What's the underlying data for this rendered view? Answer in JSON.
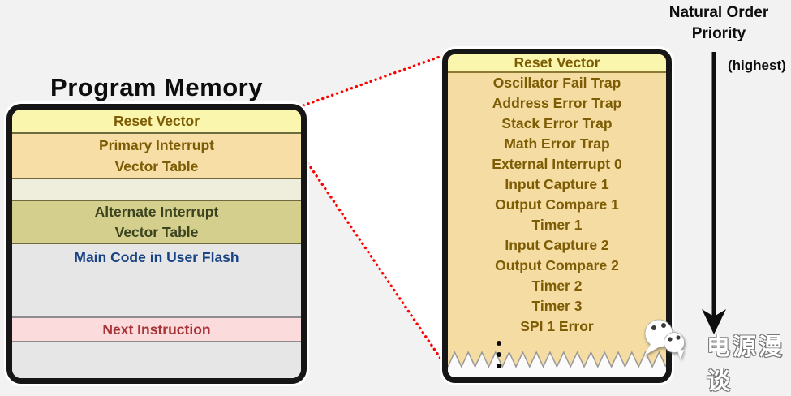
{
  "left_panel": {
    "title": "Program Memory",
    "sections": [
      {
        "name": "reset-vector",
        "label": "Reset Vector"
      },
      {
        "name": "primary-ivt",
        "label": "Primary Interrupt\nVector Table"
      },
      {
        "name": "spacer",
        "label": ""
      },
      {
        "name": "alternate-ivt",
        "label": "Alternate Interrupt\nVector Table"
      },
      {
        "name": "main-code",
        "label": "Main Code in User Flash"
      },
      {
        "name": "next-instruction",
        "label": "Next Instruction"
      },
      {
        "name": "spacer-bottom",
        "label": ""
      }
    ]
  },
  "right_panel": {
    "header": "Reset Vector",
    "entries": [
      "Oscillator Fail Trap",
      "Address Error Trap",
      "Stack Error Trap",
      "Math Error Trap",
      "External Interrupt 0",
      "Input Capture 1",
      "Output Compare 1",
      "Timer 1",
      "Input Capture 2",
      "Output Compare 2",
      "Timer 2",
      "Timer 3",
      "SPI 1 Error"
    ],
    "ellipsis_icon": "vertical-ellipsis",
    "torn_edge_icon": "zigzag-torn-edge"
  },
  "priority": {
    "title": "Natural Order\nPriority",
    "highest": "(highest)",
    "arrow_icon": "down-arrow"
  },
  "connector": {
    "icon": "zoom-dotted-lines",
    "color": "#FF0000"
  },
  "watermark": {
    "text": "电源漫谈",
    "icon": "wechat-bubbles-icon"
  },
  "colors": {
    "background": "#F2F2F2",
    "box_border": "#161616",
    "reset_band": "#FAF6AE",
    "primary_band": "#F6DEA6",
    "spacer_band": "#EFEEDC",
    "alternate_band": "#D4CF8C",
    "memory_gray": "#E6E6E6",
    "next_band": "#FBDBDB",
    "brown_text": "#7C5C04",
    "olive_text": "#3B431F",
    "blue_text": "#1A4384",
    "red_text": "#A73438",
    "connector_red": "#FF0000"
  }
}
